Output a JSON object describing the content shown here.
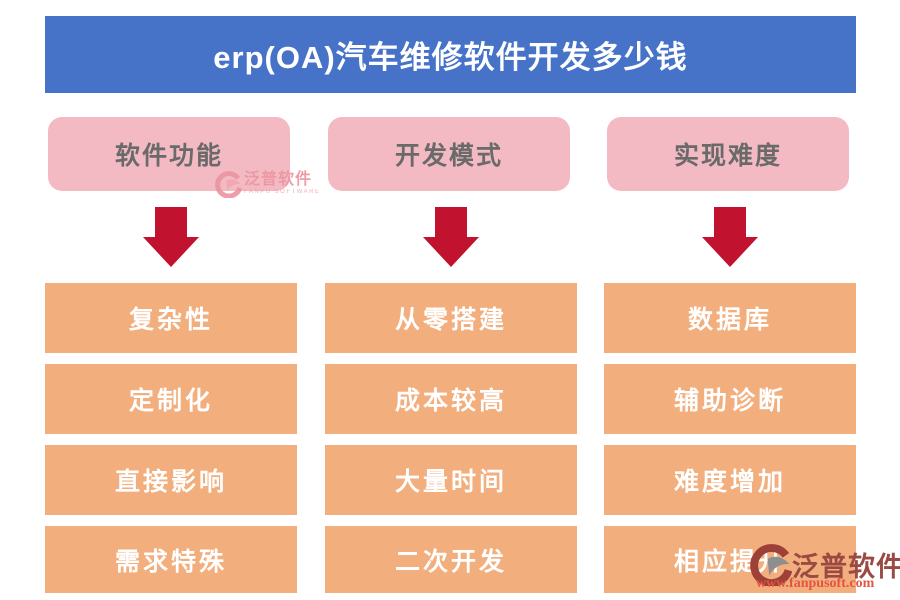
{
  "page": {
    "title": "erp(OA)汽车维修软件开发多少钱"
  },
  "columns": [
    {
      "header": "软件功能",
      "items": [
        "复杂性",
        "定制化",
        "直接影响",
        "需求特殊"
      ]
    },
    {
      "header": "开发模式",
      "items": [
        "从零搭建",
        "成本较高",
        "大量时间",
        "二次开发"
      ]
    },
    {
      "header": "实现难度",
      "items": [
        "数据库",
        "辅助诊断",
        "难度增加",
        "相应提升"
      ]
    }
  ],
  "watermark_inline": {
    "name": "泛普软件",
    "caption": "FANPU SOFTWARE"
  },
  "watermark_corner": {
    "name": "泛普软件",
    "url": "www.fanpusoft.com"
  },
  "icons": {
    "arrow": "down-arrow-icon",
    "logo": "fanpu-logo-icon"
  },
  "colors": {
    "banner_blue": "#4672C8",
    "header_pink": "#F4BAC3",
    "header_text_gray": "#6A6A6A",
    "item_orange": "#F2AE7C",
    "item_text_white": "#FFFFFF",
    "arrow_red": "#C1122F",
    "watermark_pink": "#EC96A2",
    "logo_maroon": "#9C4038",
    "logo_gray": "#8E8E8E",
    "corner_name_maroon": "#9A4A42",
    "corner_url_red": "#E25544"
  }
}
